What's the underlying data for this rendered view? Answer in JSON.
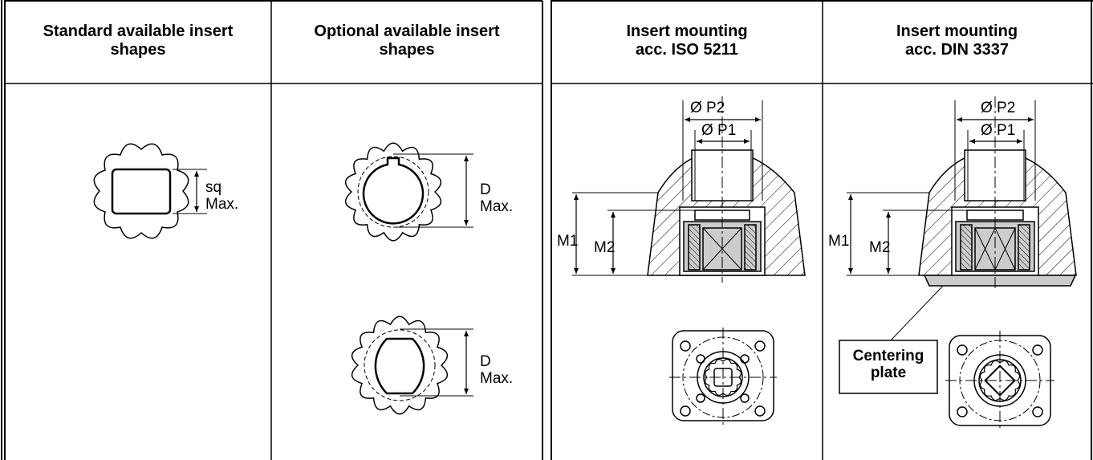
{
  "headers": {
    "standard": "Standard available insert\nshapes",
    "optional": "Optional available insert\nshapes",
    "iso": "Insert mounting\nacc. ISO 5211",
    "din": "Insert mounting\nacc. DIN 3337"
  },
  "labels": {
    "sq": "sq\nMax.",
    "d_keyed": "D\nMax.",
    "d_flat": "D\nMax.",
    "iso_p2": "Ø P2",
    "iso_p1": "Ø P1",
    "iso_m1": "M1",
    "iso_m2": "M2",
    "din_p2": "Ø P2",
    "din_p1": "Ø P1",
    "din_m1": "M1",
    "din_m2": "M2",
    "centering_plate": "Centering\nplate"
  }
}
